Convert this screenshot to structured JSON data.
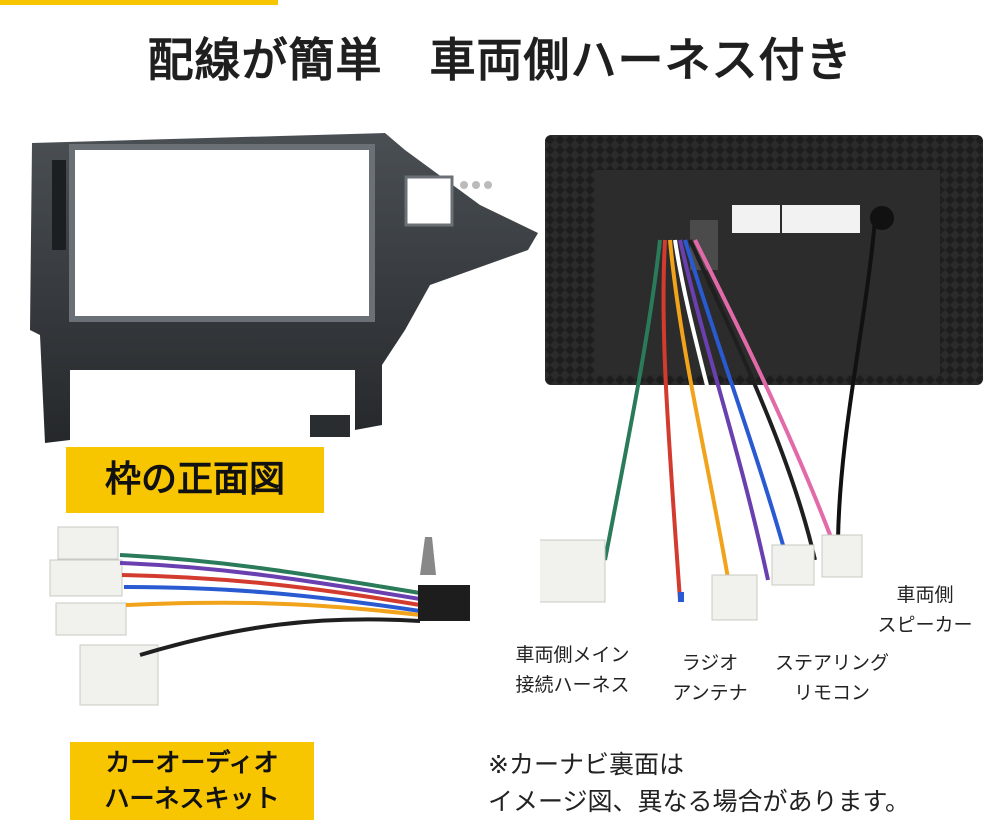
{
  "header": {
    "title": "配線が簡単　車両側ハーネス付き"
  },
  "labels": {
    "frame_front": "枠の正面図",
    "audio_kit_line1": "カーオーディオ",
    "audio_kit_line2": "ハーネスキット"
  },
  "callouts": {
    "main_harness_1": "車両側メイン",
    "main_harness_2": "接続ハーネス",
    "radio_antenna_1": "ラジオ",
    "radio_antenna_2": "アンテナ",
    "steering_remote_1": "ステアリング",
    "steering_remote_2": "リモコン",
    "vehicle_speaker_1": "車両側",
    "vehicle_speaker_2": "スピーカー"
  },
  "note": {
    "line1": "※カーナビ裏面は",
    "line2": "イメージ図、異なる場合があります。"
  },
  "colors": {
    "accent": "#f7c600",
    "frame": "#2f3336"
  }
}
